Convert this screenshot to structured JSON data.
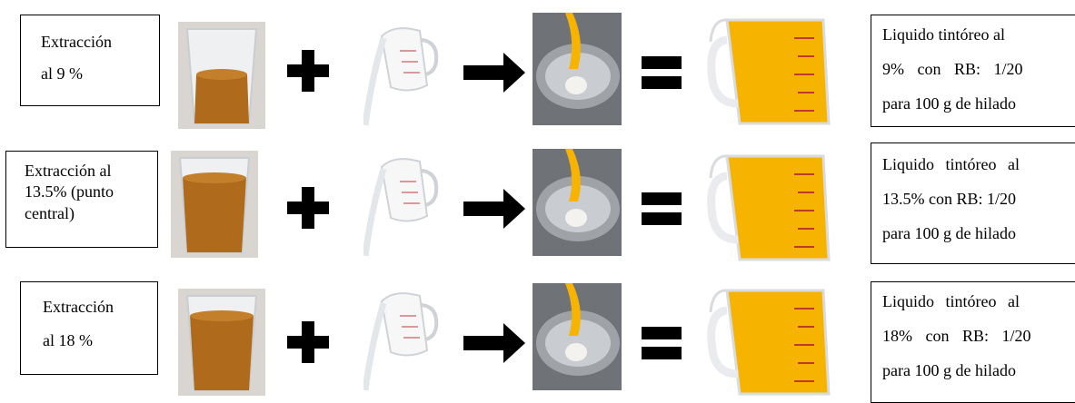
{
  "colors": {
    "liquid": "#f6b400",
    "sediment": "#b06a1c",
    "pot": "#9fa3a8",
    "black": "#000000"
  },
  "icons": [
    "plus-icon",
    "arrow-right-icon",
    "equals-icon",
    "water-pitcher-icon",
    "measuring-jug-icon",
    "cup-icon",
    "pot-icon"
  ],
  "rows": [
    {
      "extraction_lines": [
        "Extracción",
        "al 9 %"
      ],
      "result_lines": [
        "Liquido tintóreo al",
        "9% con RB: 1/20",
        "para 100 g de hilado"
      ]
    },
    {
      "extraction_lines": [
        "Extracción al",
        "13.5% (punto",
        "central)"
      ],
      "result_lines": [
        "Liquido tintóreo al",
        "13.5% con RB: 1/20",
        "para 100 g de hilado"
      ]
    },
    {
      "extraction_lines": [
        "Extracción",
        "al 18 %"
      ],
      "result_lines": [
        "Liquido tintóreo al",
        "18% con RB: 1/20",
        "para 100 g de hilado"
      ]
    }
  ]
}
